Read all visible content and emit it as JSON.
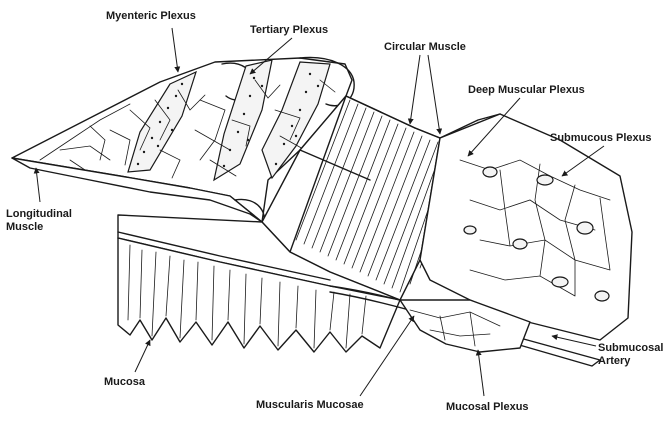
{
  "labels": {
    "myenteric_plexus": "Myenteric Plexus",
    "tertiary_plexus": "Tertiary Plexus",
    "circular_muscle": "Circular Muscle",
    "deep_muscular_plexus": "Deep Muscular Plexus",
    "submucous_plexus": "Submucous Plexus",
    "longitudinal_muscle": "Longitudinal\nMuscle",
    "mucosa": "Mucosa",
    "muscularis_mucosae": "Muscularis Mucosae",
    "mucosal_plexus": "Mucosal Plexus",
    "submucosal_artery": "Submucosal\nArtery"
  }
}
